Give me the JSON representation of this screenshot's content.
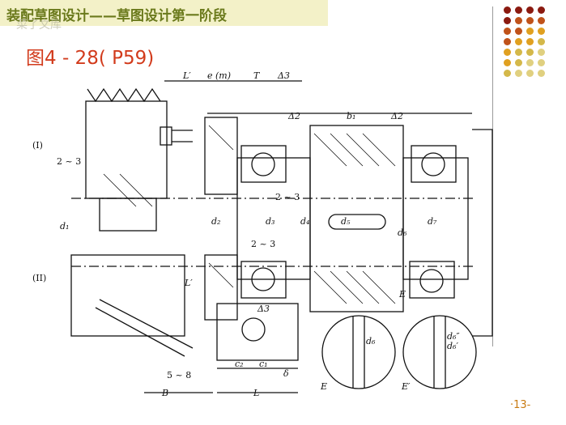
{
  "slide": {
    "title": "装配草图设计——草图设计第一阶段",
    "watermark": "菜了文库",
    "figure_label": "图4 - 28( P59)",
    "page_number": "·13-"
  },
  "drawing": {
    "section_labels": [
      "(I)",
      "(II)"
    ],
    "dims": {
      "L_prime_top": "L′",
      "e_m": "e (m)",
      "T": "T",
      "delta3_top": "Δ3",
      "delta2_left": "Δ2",
      "b1": "b₁",
      "delta2_right": "Δ2",
      "range_upper_left": "2 ~ 3",
      "range_mid_upper": "2 ~ 3",
      "range_mid_lower": "2 ~ 3",
      "d1": "d₁",
      "d2": "d₂",
      "d3": "d₃",
      "d4": "d₄",
      "d5": "d₅",
      "d6": "d₆",
      "d7": "d₇",
      "L_prime_lower": "L′",
      "delta3_lower": "Δ3",
      "E_mid": "E",
      "range_bottom": "5 ~ 8",
      "c2": "c₂",
      "c1": "c₁",
      "delta_small": "δ",
      "B": "B",
      "L": "L",
      "E_detail": "E",
      "E_prime_detail": "E′",
      "d6_detail": "d₆",
      "d6_prime_detail": "d₆″",
      "d6_dprime_detail": "d₆′"
    }
  },
  "colors": {
    "title_text": "#6b7a1c",
    "title_band": "#f3f1c8",
    "figure_label": "#d23b1c",
    "page_number": "#c87a10",
    "dots": [
      "#8b1a10",
      "#c0521a",
      "#e0a020",
      "#d4b84a",
      "#e0d080"
    ]
  }
}
